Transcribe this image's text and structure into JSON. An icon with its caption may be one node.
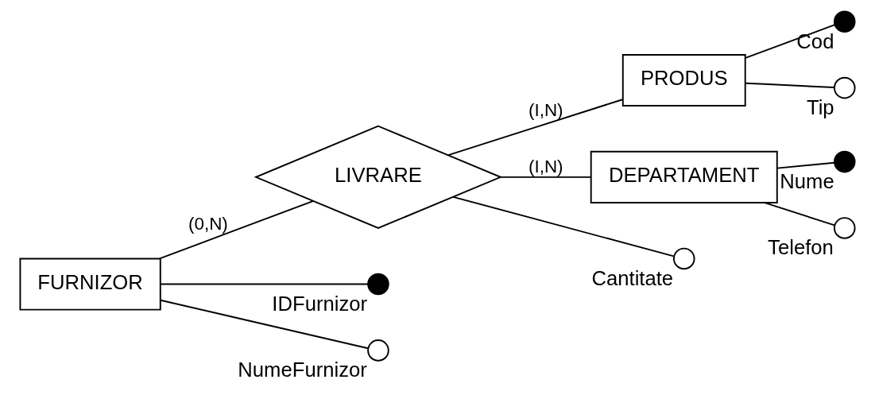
{
  "diagram": {
    "nodes": [
      {
        "text": [
          "FURNIZOR"
        ]
      },
      {
        "text": [
          "LIVRARE"
        ]
      },
      {
        "text": [
          "PRODUS"
        ]
      },
      {
        "text": [
          "DEPARTAMENT"
        ]
      },
      {
        "text": [],
        "shape": "dot",
        "beside": [
          "IDFurnizor"
        ]
      },
      {
        "text": [],
        "shape": "circle",
        "beside": [
          "NumeFurnizor"
        ]
      },
      {
        "text": [],
        "shape": "circle",
        "beside": [
          "Cantitate"
        ]
      },
      {
        "text": [],
        "shape": "dot",
        "beside": [
          "Cod"
        ]
      },
      {
        "text": [],
        "shape": "circle",
        "beside": [
          "Tip"
        ]
      },
      {
        "text": [],
        "shape": "dot",
        "beside": [
          "Nume"
        ]
      },
      {
        "text": [],
        "shape": "circle",
        "beside": [
          "Telefon"
        ]
      }
    ],
    "edges": [
      {
        "from": 0,
        "to": 1,
        "arrow": "none",
        "label": "(0,N)"
      },
      {
        "from": 1,
        "to": 2,
        "arrow": "none",
        "label": "(I,N)"
      },
      {
        "from": 1,
        "to": 3,
        "arrow": "none",
        "label": "(I,N)"
      },
      {
        "from": 0,
        "to": 4,
        "arrow": "none"
      },
      {
        "from": 0,
        "to": 5,
        "arrow": "none"
      },
      {
        "from": 1,
        "to": 6,
        "arrow": "none"
      },
      {
        "from": 2,
        "to": 7,
        "arrow": "none"
      },
      {
        "from": 2,
        "to": 8,
        "arrow": "none"
      },
      {
        "from": 3,
        "to": 9,
        "arrow": "none"
      },
      {
        "from": 3,
        "to": 10,
        "arrow": "none"
      }
    ]
  }
}
